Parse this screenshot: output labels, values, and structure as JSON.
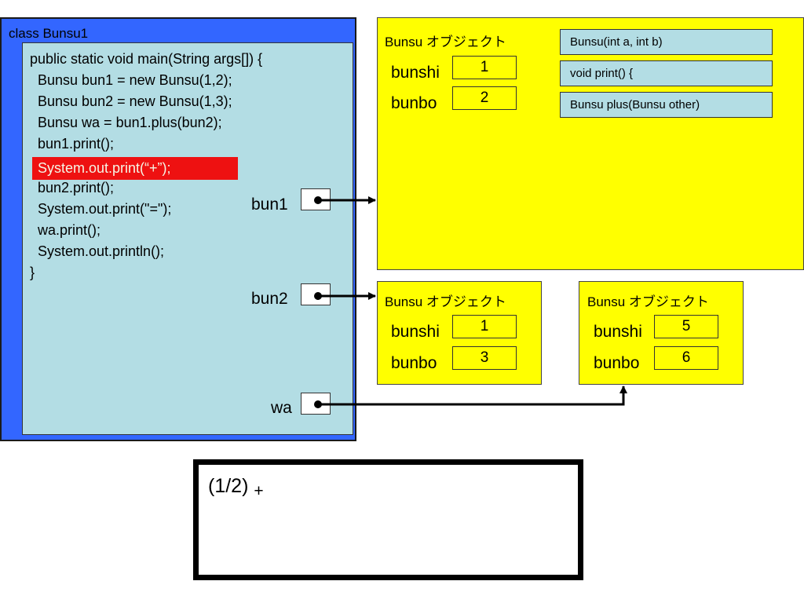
{
  "class_box": {
    "title": "class Bunsu1",
    "code_lines": [
      "public static void main(String args[]) {",
      "  Bunsu bun1 = new Bunsu(1,2);",
      "  Bunsu bun2 = new Bunsu(1,3);",
      "  Bunsu wa = bun1.plus(bun2);",
      "  bun1.print();",
      "  System.out.print(“+”);",
      "  bun2.print();",
      "  System.out.print(\"=\");",
      "  wa.print();",
      "  System.out.println();",
      "}"
    ],
    "highlighted_line_index": 5
  },
  "references": {
    "bun1": "bun1",
    "bun2": "bun2",
    "wa": "wa"
  },
  "objects": [
    {
      "title": "Bunsu オブジェクト",
      "bunshi_label": "bunshi",
      "bunbo_label": "bunbo",
      "bunshi": "1",
      "bunbo": "2",
      "methods": [
        "Bunsu(int a, int b)",
        "void print() {",
        "Bunsu plus(Bunsu other)"
      ]
    },
    {
      "title": "Bunsu オブジェクト",
      "bunshi_label": "bunshi",
      "bunbo_label": "bunbo",
      "bunshi": "1",
      "bunbo": "3"
    },
    {
      "title": "Bunsu オブジェクト",
      "bunshi_label": "bunshi",
      "bunbo_label": "bunbo",
      "bunshi": "5",
      "bunbo": "6"
    }
  ],
  "console": {
    "output_fraction": "(1/2)",
    "output_op": "+"
  },
  "colors": {
    "class_bg": "#3366ff",
    "method_bg": "#b3dde4",
    "object_bg": "#ffff00",
    "highlight": "#ee1111"
  }
}
